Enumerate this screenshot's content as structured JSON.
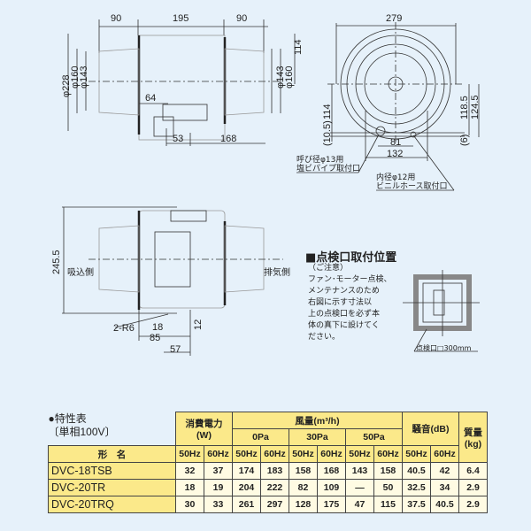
{
  "top_view": {
    "dims": [
      "90",
      "195",
      "90",
      "114",
      "φ228",
      "φ160",
      "φ143",
      "φ143",
      "φ160",
      "64",
      "53",
      "168"
    ]
  },
  "front_view": {
    "dims": [
      "279",
      "114",
      "(10.5)",
      "118.5",
      "124.5",
      "(6)",
      "81",
      "132"
    ],
    "callout_left": [
      "呼び径φ13用",
      "塩ビパイプ取付口"
    ],
    "callout_right": [
      "内径φ12用",
      "ビニルホース取付口"
    ]
  },
  "side_view": {
    "dims": [
      "245.5",
      "2-R6",
      "18",
      "85",
      "57",
      "12"
    ],
    "inlet_label": "吸込側",
    "outlet_label": "排気側"
  },
  "inspection": {
    "title": "■点検口取付位置",
    "note_lines": [
      "（ご注意）",
      "ファン･モーター点検、",
      "メンテナンスのため",
      "右図に示す寸法以",
      "上の点検口を必ず本",
      "体の真下に設けてく",
      "ださい。"
    ],
    "opening_label": "点検口□300mm"
  },
  "spec_table": {
    "title": "●特性表",
    "subtitle": "〔単相100V〕",
    "headers": {
      "power": "消費電力",
      "power_unit": "(W)",
      "airflow": "風量(m³/h)",
      "pa0": "0Pa",
      "pa30": "30Pa",
      "pa50": "50Pa",
      "noise": "騒音(dB)",
      "mass": "質量",
      "mass_unit": "(kg)",
      "model": "形　名",
      "hz": [
        "50Hz",
        "60Hz",
        "50Hz",
        "60Hz",
        "50Hz",
        "60Hz",
        "50Hz",
        "60Hz",
        "50Hz",
        "60Hz"
      ]
    },
    "rows": [
      {
        "model": "DVC-18TSB",
        "values": [
          "32",
          "37",
          "174",
          "183",
          "158",
          "168",
          "143",
          "158",
          "40.5",
          "42",
          "6.4"
        ]
      },
      {
        "model": "DVC-20TR",
        "values": [
          "18",
          "19",
          "204",
          "222",
          "82",
          "109",
          "—",
          "50",
          "32.5",
          "34",
          "2.9"
        ]
      },
      {
        "model": "DVC-20TRQ",
        "values": [
          "30",
          "33",
          "261",
          "297",
          "128",
          "175",
          "47",
          "115",
          "37.5",
          "40.5",
          "2.9"
        ]
      }
    ]
  }
}
